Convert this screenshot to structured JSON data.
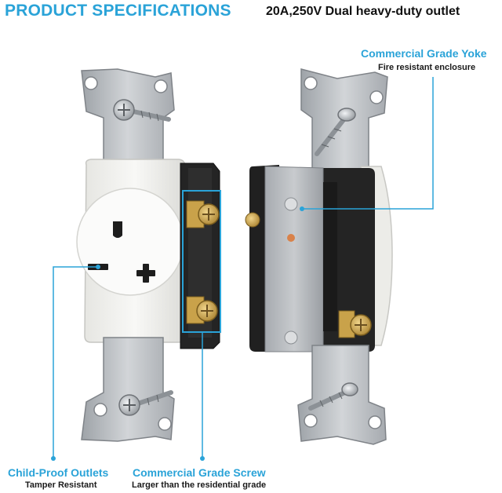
{
  "header": {
    "title": "PRODUCT SPECIFICATIONS",
    "subtitle": "20A,250V Dual heavy-duty outlet"
  },
  "callouts": {
    "yoke": {
      "title": "Commercial Grade Yoke",
      "description": "Fire resistant enclosure"
    },
    "child_proof": {
      "title": "Child-Proof Outlets",
      "description": "Tamper Resistant"
    },
    "screw": {
      "title": "Commercial Grade Screw",
      "description": "Larger than the residential grade"
    }
  },
  "colors": {
    "accent": "#2aa3d8",
    "text": "#111111",
    "metal": "#b9bdc2",
    "housing": "#f2f2f0",
    "back_body": "#2a2a2a",
    "brass": "#c9a24a"
  },
  "icons": [
    "outlet-front",
    "outlet-back",
    "terminal-screw",
    "mounting-screw"
  ]
}
